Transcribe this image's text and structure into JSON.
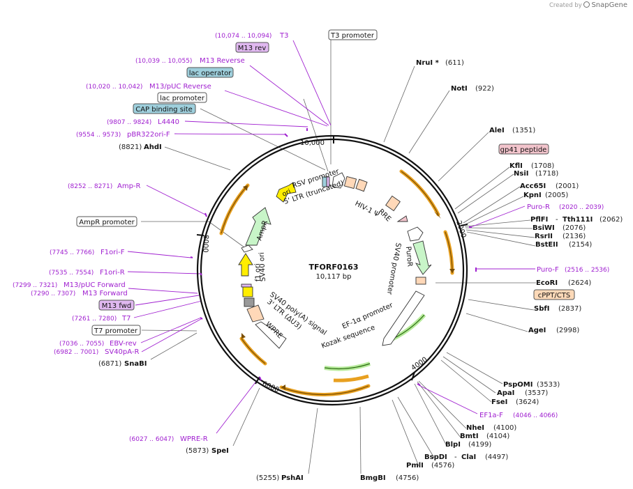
{
  "credit": {
    "prefix": "Created by",
    "brand": "SnapGene"
  },
  "plasmid": {
    "name": "TFORF0163",
    "length": "10,117 bp"
  },
  "ticks": [
    "10,000",
    "2000",
    "4000",
    "6000",
    "8000"
  ],
  "sites": {
    "nrui": {
      "name": "NruI *",
      "pos": "(611)"
    },
    "noti": {
      "name": "NotI",
      "pos": "(922)"
    },
    "alei": {
      "name": "AleI",
      "pos": "(1351)"
    },
    "kfli": {
      "name": "KflI",
      "pos": "(1708)"
    },
    "nsii": {
      "name": "NsiI",
      "pos": "(1718)"
    },
    "acc65i": {
      "name": "Acc65I",
      "pos": "(2001)"
    },
    "kpni": {
      "name": "KpnI",
      "pos": "(2005)"
    },
    "pflfi": {
      "name": "PflFI",
      "sep": "-",
      "name2": "Tth111I",
      "pos": "(2062)"
    },
    "bsiwi": {
      "name": "BsiWI",
      "pos": "(2076)"
    },
    "rsrii": {
      "name": "RsrII",
      "pos": "(2136)"
    },
    "bsteii": {
      "name": "BstEII",
      "pos": "(2154)"
    },
    "ecori": {
      "name": "EcoRI",
      "pos": "(2624)"
    },
    "sbfi": {
      "name": "SbfI",
      "pos": "(2837)"
    },
    "agei": {
      "name": "AgeI",
      "pos": "(2998)"
    },
    "pspomi": {
      "name": "PspOMI",
      "pos": "(3533)"
    },
    "apai": {
      "name": "ApaI",
      "pos": "(3537)"
    },
    "fsei": {
      "name": "FseI",
      "pos": "(3624)"
    },
    "nhei": {
      "name": "NheI",
      "pos": "(4100)"
    },
    "bmti": {
      "name": "BmtI",
      "pos": "(4104)"
    },
    "blpi": {
      "name": "BlpI",
      "pos": "(4199)"
    },
    "bspdi": {
      "name": "BspDI",
      "sep": "-",
      "name2": "ClaI",
      "pos": "(4497)"
    },
    "pmli": {
      "name": "PmlI",
      "pos": "(4576)"
    },
    "bmgbi": {
      "name": "BmgBI",
      "pos": "(4756)"
    },
    "pshai": {
      "name": "PshAI",
      "pos": "(5255)"
    },
    "spei": {
      "name": "SpeI",
      "pos": "(5873)"
    },
    "snabi": {
      "name": "SnaBI",
      "pos": "(6871)"
    },
    "ahdi": {
      "name": "AhdI",
      "pos": "(8821)"
    }
  },
  "primers": {
    "t3": {
      "name": "T3",
      "pos": "(10,074 .. 10,094)"
    },
    "m13rev": {
      "name": "M13 Reverse",
      "pos": "(10,039 .. 10,055)"
    },
    "m13puc_rev": {
      "name": "M13/pUC Reverse",
      "pos": "(10,020 .. 10,042)"
    },
    "l4440": {
      "name": "L4440",
      "pos": "(9807 .. 9824)"
    },
    "pbr322ori": {
      "name": "pBR322ori-F",
      "pos": "(9554 .. 9573)"
    },
    "ampr": {
      "name": "Amp-R",
      "pos": "(8252 .. 8271)"
    },
    "f1ori_f": {
      "name": "F1ori-F",
      "pos": "(7745 .. 7766)"
    },
    "f1ori_r": {
      "name": "F1ori-R",
      "pos": "(7535 .. 7554)"
    },
    "m13puc_fwd": {
      "name": "M13/pUC Forward",
      "pos": "(7299 .. 7321)"
    },
    "m13fwd": {
      "name": "M13 Forward",
      "pos": "(7290 .. 7307)"
    },
    "t7": {
      "name": "T7",
      "pos": "(7261 .. 7280)"
    },
    "ebvrev": {
      "name": "EBV-rev",
      "pos": "(7036 .. 7055)"
    },
    "sv40pa": {
      "name": "SV40pA-R",
      "pos": "(6982 .. 7001)"
    },
    "wpre_r": {
      "name": "WPRE-R",
      "pos": "(6027 .. 6047)"
    },
    "puro_f1": {
      "name": "Puro-R",
      "pos": "(2020 .. 2039)"
    },
    "puro_f2": {
      "name": "Puro-F",
      "pos": "(2516 .. 2536)"
    },
    "ef1a": {
      "name": "EF1a-F",
      "pos": "(4046 .. 4066)"
    }
  },
  "boxes": {
    "t3_promoter": "T3 promoter",
    "m13_rev": "M13 rev",
    "lac_operator": "lac operator",
    "lac_promoter": "lac promoter",
    "cap_site": "CAP binding site",
    "ampr_promoter": "AmpR promoter",
    "m13_fwd": "M13 fwd",
    "t7_promoter": "T7 promoter",
    "gp41": "gp41 peptide",
    "cppt": "cPPT/CTS"
  },
  "features": {
    "ori": "ori",
    "ampr": "AmpR",
    "f1ori": "f1 ori",
    "sv40ori": "SV40 ori",
    "rsv": "RSV promoter",
    "ltr5": "5' LTR (truncated)",
    "hiv": "HIV-1 Ψ",
    "rre": "RRE",
    "sv40prom": "SV40 promoter",
    "puror": "PuroR",
    "ef1a": "EF-1α promoter",
    "kozak": "Kozak sequence",
    "polya": "SV40 poly(A) signal",
    "ltr3": "3' LTR (ΔU3)",
    "wpre": "WPRE"
  },
  "colors": {
    "primer": "#a020d0",
    "backbone": "#111111",
    "orf": "#e8a020",
    "ori": "#ffee00",
    "ampr_fill": "#c8f5c8",
    "promoter": "#ffffff",
    "ltr": "#ffd8b8",
    "lac": "#9ecfdc",
    "m13": "#e0b8f0",
    "gp41": "#f2c4cc",
    "cppt": "#fcd9b8"
  }
}
